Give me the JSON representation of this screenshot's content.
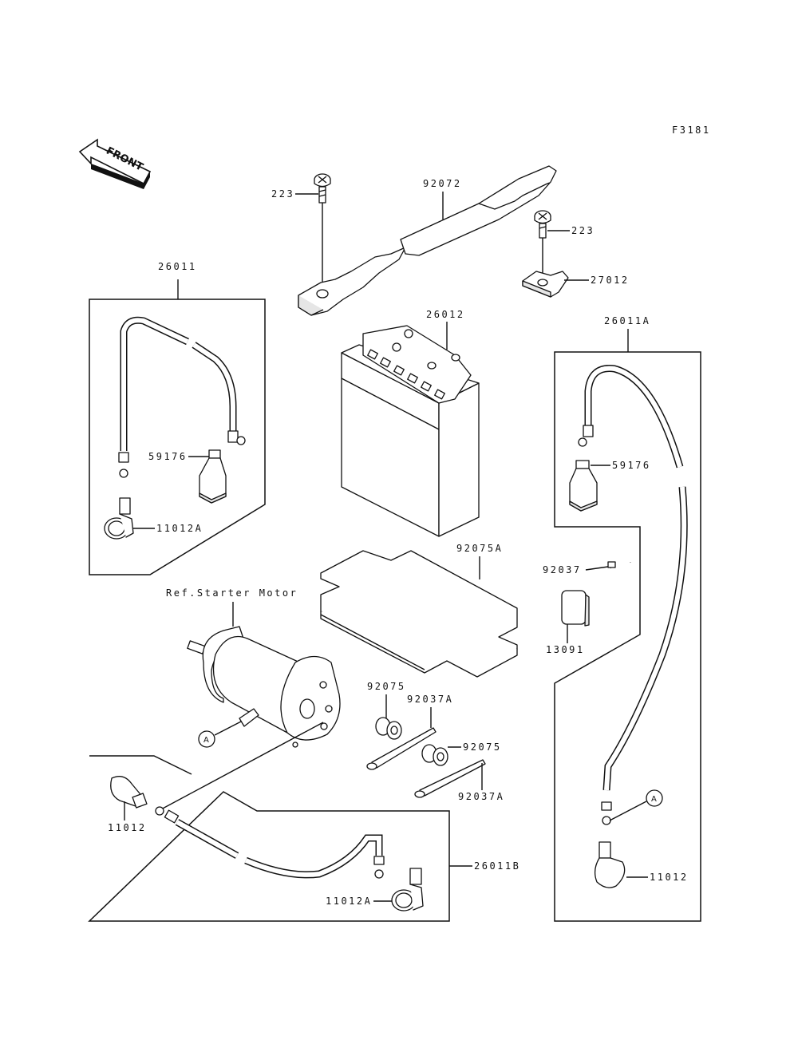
{
  "diagram": {
    "figure_code": "F3181",
    "front_indicator": "FRONT",
    "reference_note": "Ref.Starter Motor",
    "callout_marker": "A",
    "labels": {
      "screw_left": "223",
      "strap": "92072",
      "screw_right": "223",
      "bracket": "27012",
      "cable_left": "26011",
      "cable_left_cover": "59176",
      "cable_left_boot": "11012A",
      "battery": "26012",
      "cable_right": "26011A",
      "cable_right_cover": "59176",
      "pad": "92075A",
      "clamp": "92037",
      "cap": "13091",
      "damper_1": "92075",
      "band_1": "92037A",
      "damper_2": "92075",
      "band_2": "92037A",
      "cable_bottom_boot_left": "11012",
      "cable_bottom": "26011B",
      "cable_bottom_boot_right": "11012A",
      "cable_right_boot": "11012"
    }
  }
}
